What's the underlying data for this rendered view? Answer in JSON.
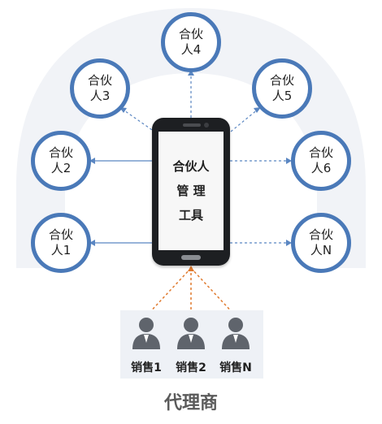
{
  "colors": {
    "circle_border": "#4a79b8",
    "connector": "#5a86c2",
    "sales_connector": "#e07a2e",
    "background_arch": "#f1f3f7"
  },
  "partners": [
    {
      "line1": "合伙",
      "line2": "人4"
    },
    {
      "line1": "合伙",
      "line2": "人3"
    },
    {
      "line1": "合伙",
      "line2": "人5"
    },
    {
      "line1": "合伙",
      "line2": "人2"
    },
    {
      "line1": "合伙",
      "line2": "人6"
    },
    {
      "line1": "合伙",
      "line2": "人1"
    },
    {
      "line1": "合伙",
      "line2": "人N"
    }
  ],
  "phone": {
    "line1": "合伙人",
    "line2": "管 理",
    "line3": "工具"
  },
  "sales": [
    {
      "label": "销售1",
      "icon": "person-icon"
    },
    {
      "label": "销售2",
      "icon": "person-icon"
    },
    {
      "label": "销售N",
      "icon": "person-icon"
    }
  ],
  "agent_label": "代理商"
}
